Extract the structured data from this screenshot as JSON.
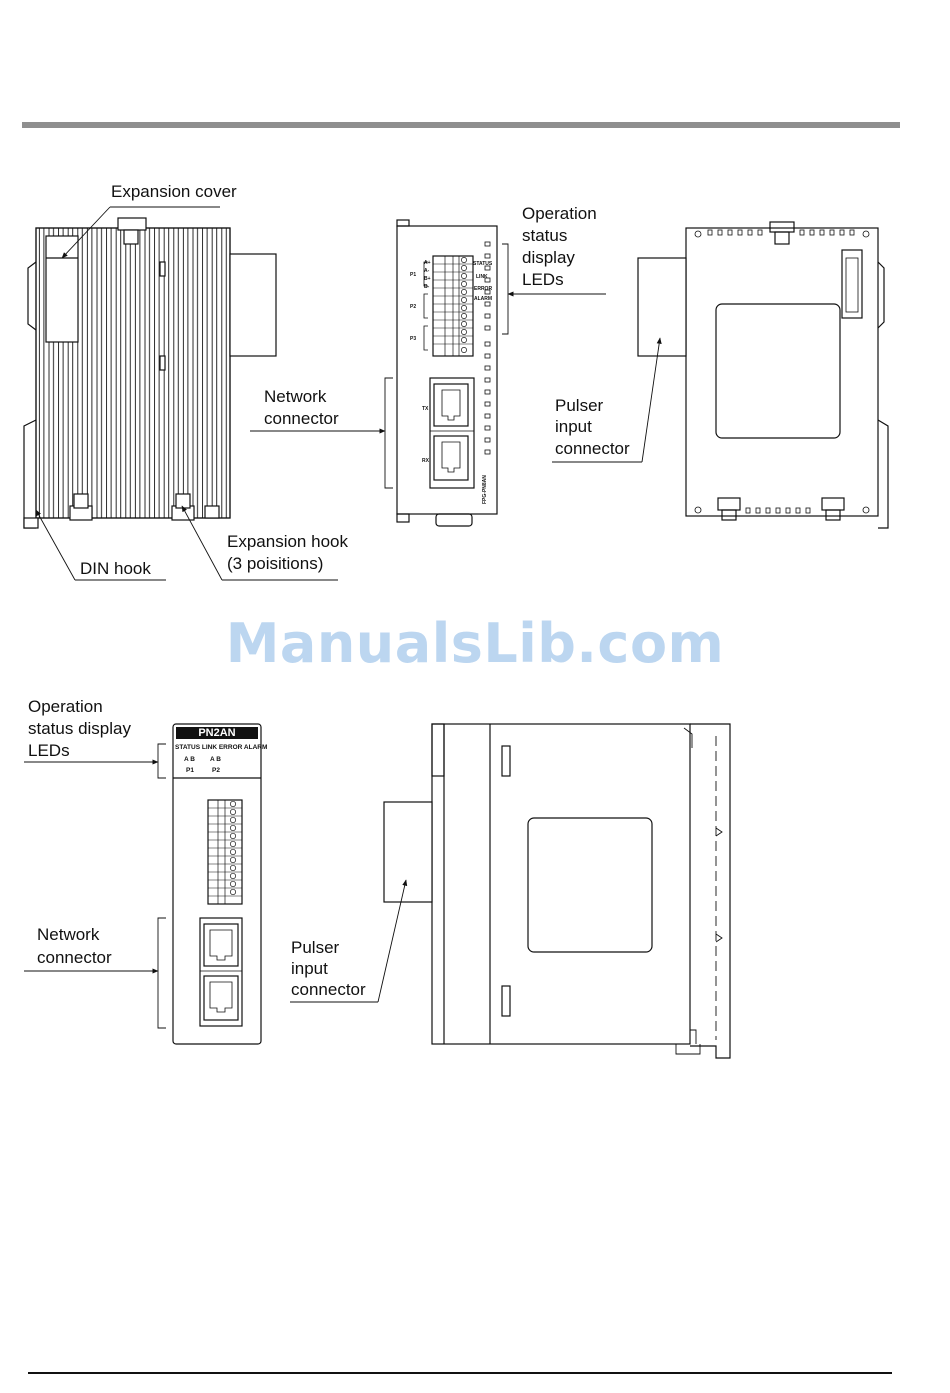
{
  "labels": {
    "expansion_cover": "Expansion cover",
    "din_hook": "DIN hook",
    "expansion_hook_1": "Expansion hook",
    "expansion_hook_2": "(3 poisitions)",
    "network_connector_top_1": "Network",
    "network_connector_top_2": "connector",
    "operation_status_top_1": "Operation",
    "operation_status_top_2": "status",
    "operation_status_top_3": "display",
    "operation_status_top_4": "LEDs",
    "pulser_top_1": "Pulser",
    "pulser_top_2": "input",
    "pulser_top_3": "connector",
    "operation_status_bottom_1": "Operation",
    "operation_status_bottom_2": "status display",
    "operation_status_bottom_3": "LEDs",
    "network_connector_bottom_1": "Network",
    "network_connector_bottom_2": "connector",
    "pulser_bottom_1": "Pulser",
    "pulser_bottom_2": "input",
    "pulser_bottom_3": "connector"
  },
  "front_panel_top": {
    "led_labels": [
      "STATUS",
      "LINK",
      "ERROR",
      "ALARM"
    ],
    "port_labels": [
      "P1",
      "P2",
      "P3"
    ],
    "pin_labels": [
      "A+",
      "A-",
      "B+",
      "B-"
    ],
    "rj45_labels": [
      "TX",
      "RX"
    ],
    "model": "FPG-PN8AN"
  },
  "front_panel_bottom": {
    "model": "PN2AN",
    "led_labels": [
      "STATUS",
      "LINK",
      "ERROR",
      "ALARM"
    ],
    "ab_labels": [
      "A  B",
      "A  B"
    ],
    "port_labels": [
      "P1",
      "P2"
    ]
  },
  "watermark": "ManualsLib.com"
}
